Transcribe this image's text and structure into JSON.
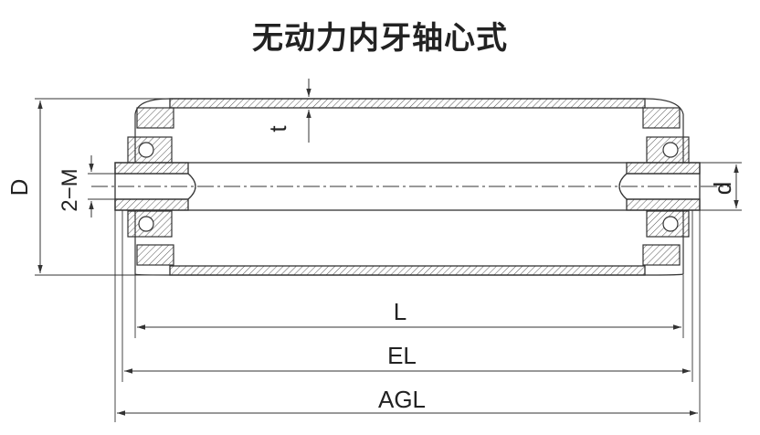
{
  "title": "无动力内牙轴心式",
  "dimensions": {
    "D": "D",
    "t": "t",
    "M": "2−M",
    "d": "d",
    "L": "L",
    "EL": "EL",
    "AGL": "AGL"
  },
  "colors": {
    "line": "#333333",
    "hatch": "#555555",
    "title": "#222222"
  }
}
